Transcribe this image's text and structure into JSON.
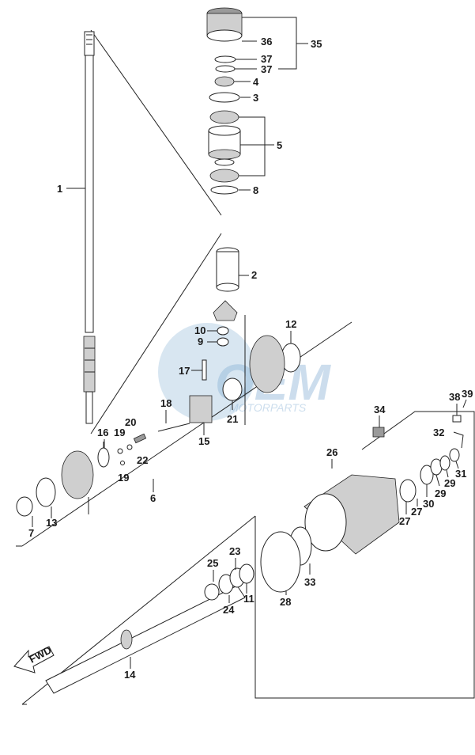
{
  "diagram": {
    "part_labels": [
      "1",
      "2",
      "3",
      "4",
      "5",
      "6",
      "7",
      "8",
      "9",
      "10",
      "11",
      "12",
      "13",
      "14",
      "15",
      "16",
      "17",
      "18",
      "19",
      "19",
      "20",
      "21",
      "22",
      "23",
      "24",
      "25",
      "26",
      "27",
      "27",
      "28",
      "29",
      "29",
      "30",
      "31",
      "32",
      "33",
      "34",
      "35",
      "36",
      "37",
      "37",
      "38",
      "39"
    ],
    "fwd_label": "FWD",
    "watermark_brand": "OEM",
    "watermark_sub": "MOTORPARTS"
  },
  "colors": {
    "line": "#222222",
    "watermark": "#8fb6d8",
    "shade": "#cfcfcf"
  }
}
